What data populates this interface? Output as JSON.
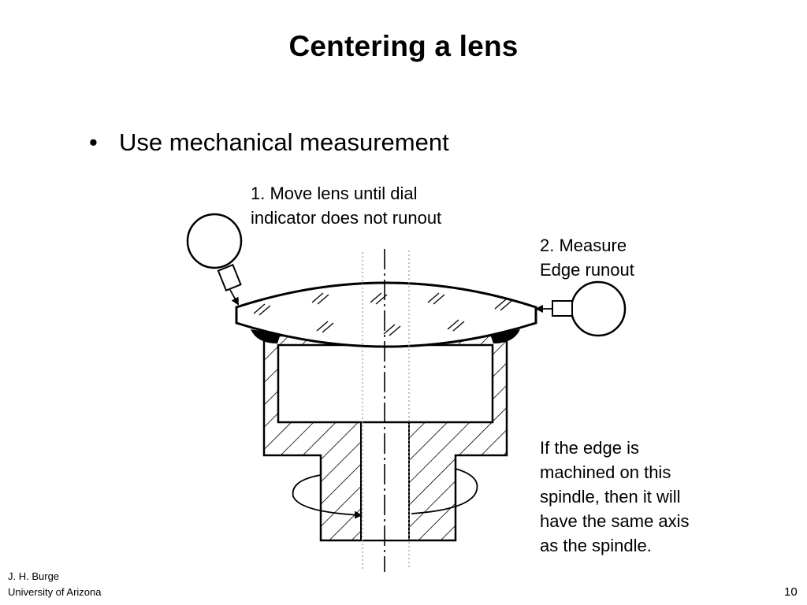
{
  "slide": {
    "title": "Centering a lens",
    "bullet_symbol": "•",
    "bullet_text": "Use mechanical measurement"
  },
  "callouts": {
    "step1": [
      "1.  Move lens until dial",
      "indicator does not runout"
    ],
    "step2": [
      "2. Measure",
      "Edge runout"
    ],
    "note": [
      "If the edge is",
      "machined on this",
      "spindle, then it will",
      "have the same axis",
      "as the spindle."
    ]
  },
  "footer": {
    "author": "J. H. Burge",
    "affiliation": "University of Arizona",
    "page_number": "10"
  }
}
